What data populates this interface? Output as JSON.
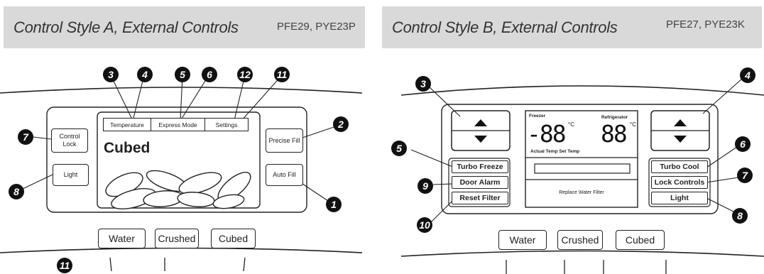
{
  "panel_a": {
    "title": "Control Style A, External Controls",
    "models": "PFE29, PYE23P",
    "tabs": [
      "Temperature",
      "Express Mode",
      "Settings"
    ],
    "display_text": "Cubed",
    "left_buttons": [
      "Control\nLock",
      "Light"
    ],
    "right_buttons": [
      "Precise Fill",
      "Auto Fill"
    ],
    "dispense_buttons": [
      "Water",
      "Crushed",
      "Cubed"
    ],
    "callouts": [
      "3",
      "4",
      "5",
      "6",
      "12",
      "11",
      "7",
      "8",
      "2",
      "1",
      "11"
    ]
  },
  "panel_b": {
    "title": "Control Style B, External Controls",
    "models": "PFE27, PYE23K",
    "freezer_label": "Freezer",
    "refrigerator_label": "Refrigerator",
    "freezer_digits": "-88",
    "refrigerator_digits": "88",
    "unit": "°C",
    "temp_caption": "Actual Temp Set Temp",
    "filter_text": "Replace Water Filter",
    "left_buttons": [
      "Turbo Freeze",
      "Door Alarm",
      "Reset Filter"
    ],
    "right_buttons": [
      "Turbo Cool",
      "Lock Controls",
      "Light"
    ],
    "dispense_buttons": [
      "Water",
      "Crushed",
      "Cubed"
    ],
    "callouts": [
      "3",
      "4",
      "5",
      "9",
      "10",
      "6",
      "7",
      "8"
    ]
  },
  "colors": {
    "header_bg": "#d9d9d9",
    "callout_bg": "#111111",
    "line": "#222222"
  }
}
